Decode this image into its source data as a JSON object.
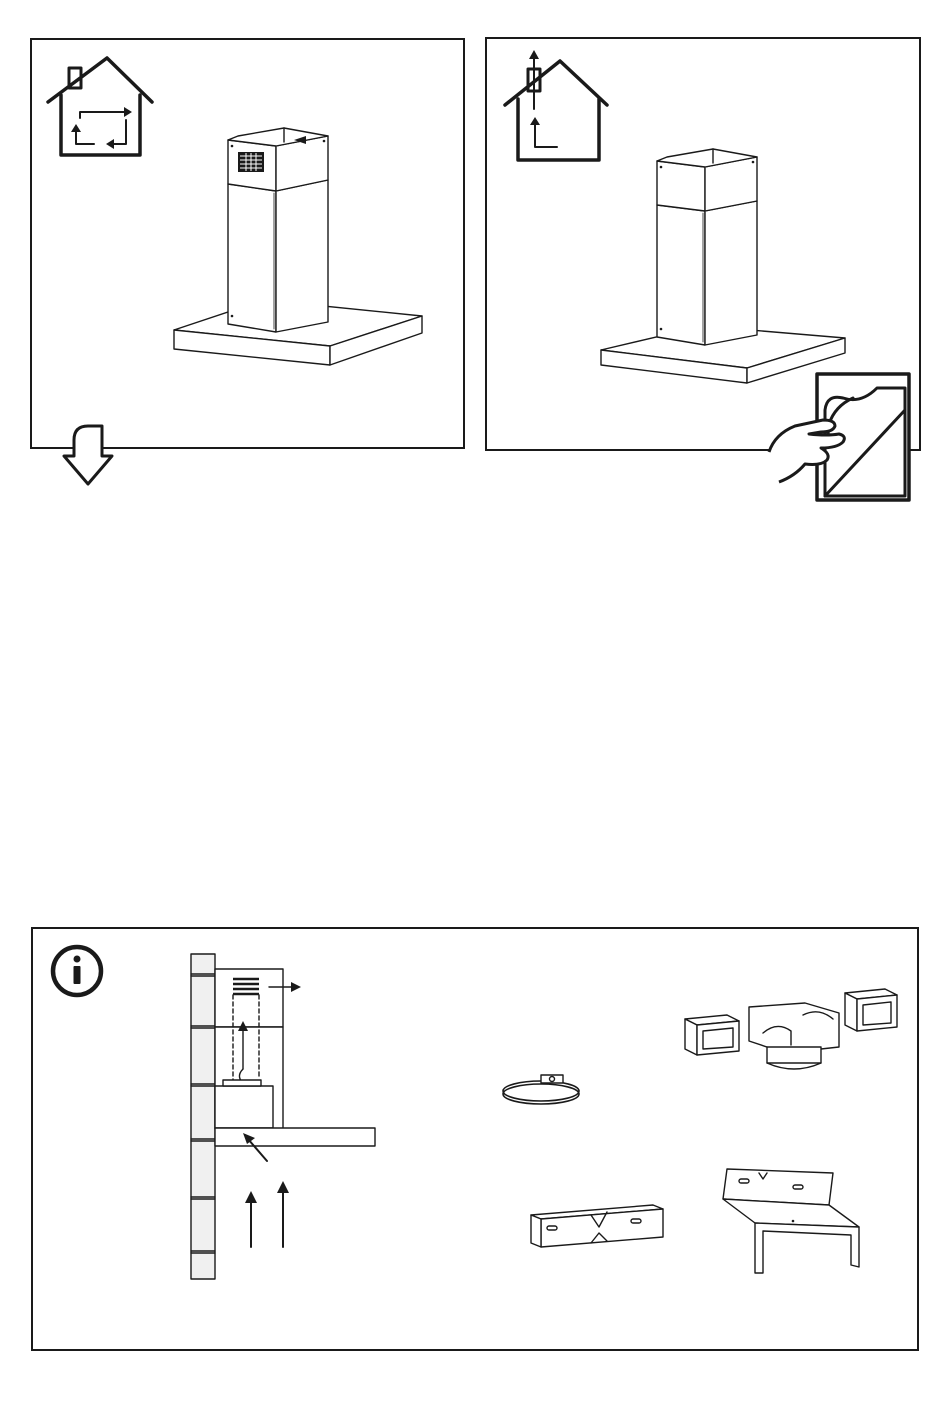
{
  "figure": {
    "panels": [
      {
        "id": "recirculation",
        "icon": "house-recirculation-icon",
        "product": "chimney-cooker-hood-with-grille"
      },
      {
        "id": "extraction",
        "icon": "house-ducted-extraction-icon",
        "product": "chimney-cooker-hood-ducted"
      }
    ],
    "turn_page_icon": "turn-page-icon",
    "continue_icon": "down-arrow-icon",
    "info_panel": {
      "icon": "info-icon",
      "cross_section": "hood-recirculation-cross-section",
      "accessories": [
        "hose-clamp",
        "duct-connectors",
        "upper-bracket",
        "lower-bracket"
      ]
    },
    "colors": {
      "line": "#1a1a1a",
      "background": "#ffffff",
      "wall_fill": "#f0f0f0"
    }
  }
}
